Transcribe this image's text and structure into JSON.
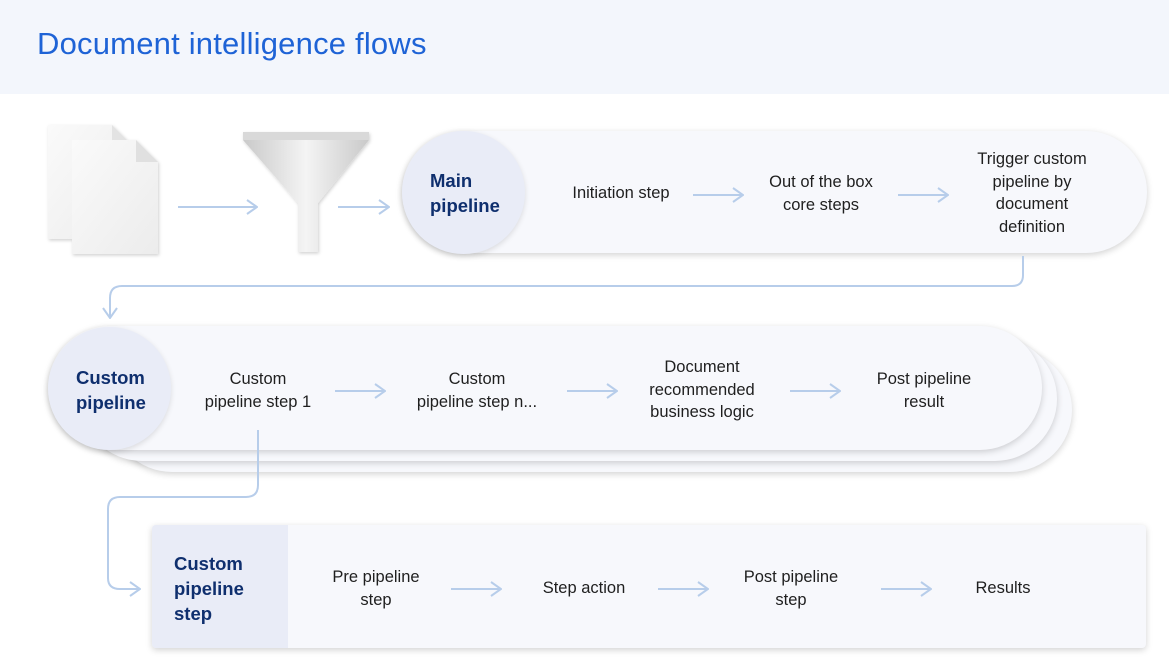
{
  "title": "Document intelligence flows",
  "main": {
    "label": "Main\npipeline",
    "steps": [
      "Initiation step",
      "Out of the box\ncore steps",
      "Trigger custom\npipeline by\ndocument\ndefinition"
    ]
  },
  "custom": {
    "label": "Custom\npipeline",
    "steps": [
      "Custom\npipeline step 1",
      "Custom\npipeline step n...",
      "Document\nrecommended\nbusiness logic",
      "Post pipeline\nresult"
    ]
  },
  "step": {
    "label": "Custom\npipeline\nstep",
    "steps": [
      "Pre pipeline\nstep",
      "Step action",
      "Post pipeline\nstep",
      "Results"
    ]
  },
  "colors": {
    "title": "#1e63d6",
    "navy": "#0f2f6e",
    "arrow": "#b7cdea",
    "pill": "#f7f8fc",
    "circle": "#e9ecf7"
  },
  "icons": [
    "documents-icon",
    "funnel-icon"
  ]
}
